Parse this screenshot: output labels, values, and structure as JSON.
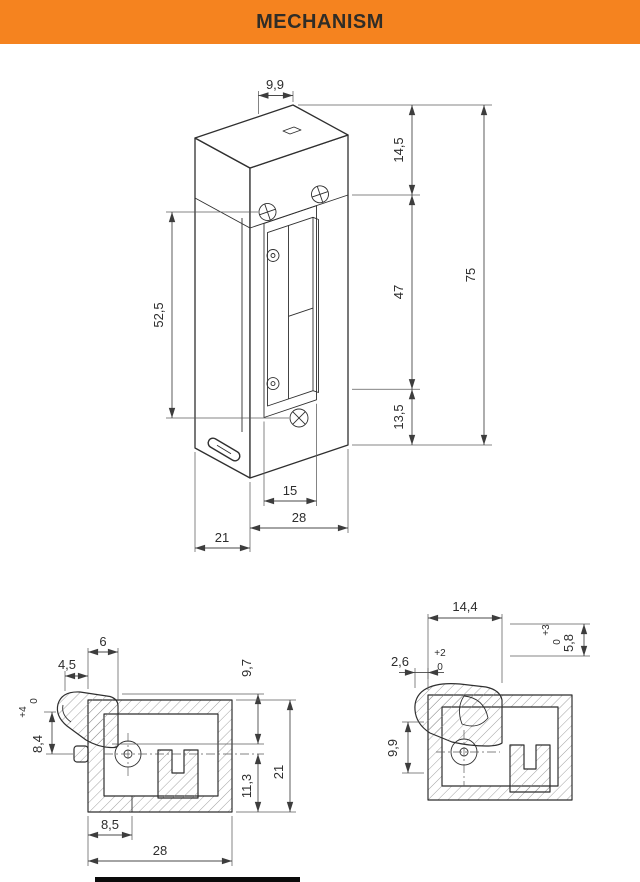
{
  "header": {
    "title": "MECHANISM"
  },
  "colors": {
    "header_bg": "#F5831F",
    "header_text": "#302D27",
    "line": "#2F2F2F",
    "dim_line": "#4A4A4A"
  },
  "iso_view": {
    "dims": {
      "top_width": "9,9",
      "head_height": "14,5",
      "overall_height": "75",
      "fixing_distance": "52,5",
      "keeper_height": "47",
      "base_height": "13,5",
      "keeper_width": "15",
      "depth": "21",
      "width": "28"
    }
  },
  "section_left": {
    "dims": {
      "lip_width": "6",
      "lip_offset": "4,5",
      "adj_tol_plus": "+4",
      "adj_tol_zero": "0",
      "adj_depth": "8,4",
      "top_depth": "9,7",
      "height": "21",
      "lower_depth": "11,3",
      "inner_width": "8,5",
      "width": "28"
    }
  },
  "section_right": {
    "dims": {
      "jaw_width": "14,4",
      "lip_tol_plus": "+3",
      "lip_tol_zero": "0",
      "lip_depth": "5,8",
      "offset_tol_plus": "+2",
      "offset_tol_zero": "0",
      "offset": "2,6",
      "pivot_depth": "9,9"
    }
  }
}
